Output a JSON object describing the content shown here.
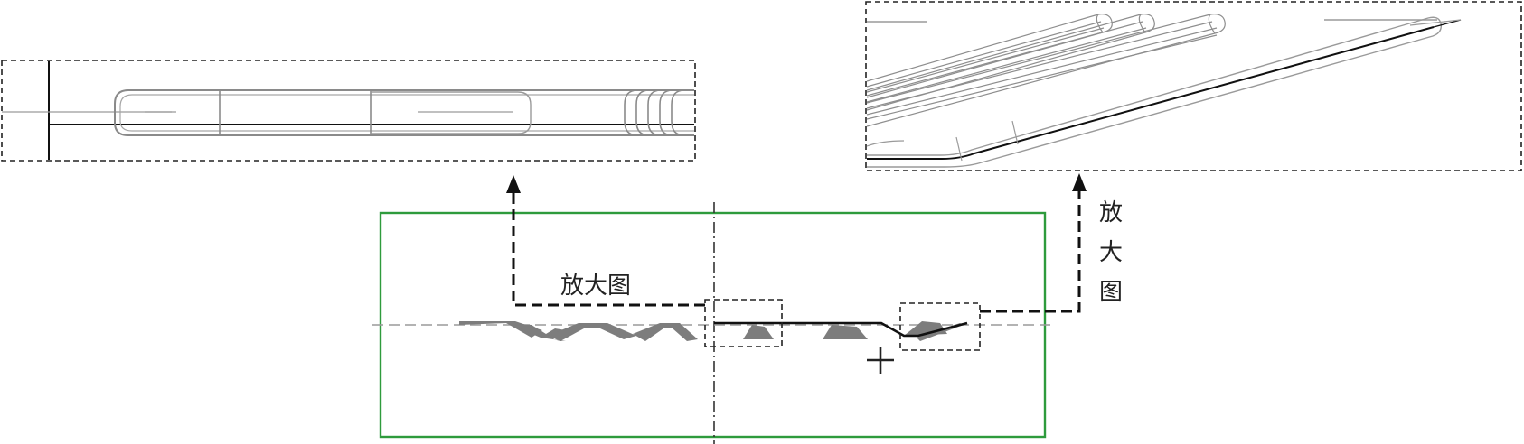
{
  "labels": {
    "left_callout": "放大图",
    "right_callout_chars": [
      "放",
      "大",
      "图"
    ]
  },
  "colors": {
    "view_frame": "#2e9b3c",
    "callout_frame": "#222222",
    "thin_line": "#9a9a9a",
    "dark_line": "#111111",
    "profile_fill": "#7d7d7d",
    "background": "#ffffff"
  }
}
